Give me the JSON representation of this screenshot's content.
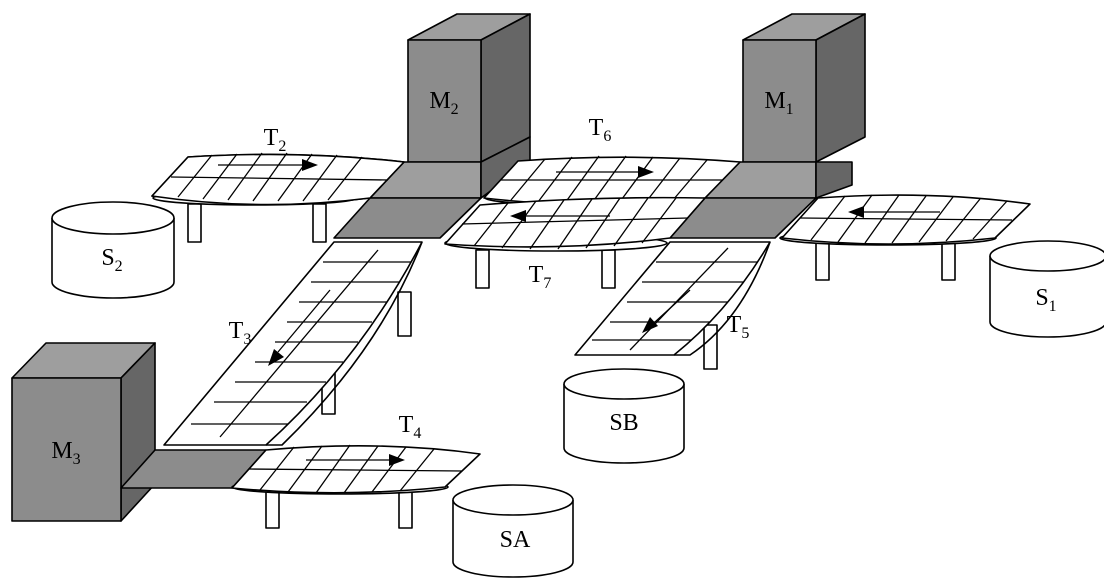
{
  "machines": [
    {
      "id": "M1",
      "base": "M",
      "sub": "1"
    },
    {
      "id": "M2",
      "base": "M",
      "sub": "2"
    },
    {
      "id": "M3",
      "base": "M",
      "sub": "3"
    }
  ],
  "conveyors": [
    {
      "id": "T2",
      "base": "T",
      "sub": "2"
    },
    {
      "id": "T3",
      "base": "T",
      "sub": "3"
    },
    {
      "id": "T4",
      "base": "T",
      "sub": "4"
    },
    {
      "id": "T5",
      "base": "T",
      "sub": "5"
    },
    {
      "id": "T6",
      "base": "T",
      "sub": "6"
    },
    {
      "id": "T7",
      "base": "T",
      "sub": "7"
    }
  ],
  "storages": [
    {
      "id": "S1",
      "base": "S",
      "sub": "1"
    },
    {
      "id": "S2",
      "base": "S",
      "sub": "2"
    },
    {
      "id": "SA",
      "base": "SA",
      "sub": ""
    },
    {
      "id": "SB",
      "base": "SB",
      "sub": ""
    }
  ],
  "colors": {
    "machine_front": "#8c8c8c",
    "machine_side": "#666666",
    "machine_top": "#9e9e9e",
    "line": "#000000",
    "background": "#ffffff"
  }
}
